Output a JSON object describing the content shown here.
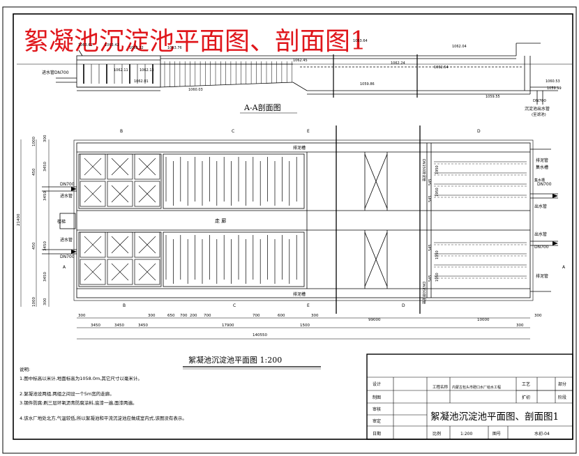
{
  "title": "絮凝池沉淀池平面图、剖面图1",
  "section": {
    "title": "A-A剖面图",
    "elevations": [
      "1063.61",
      "1063.42",
      "1063.22",
      "1063.76",
      "1062.11",
      "1062.13",
      "1062.01",
      "1062.45",
      "1062.24",
      "1062.54",
      "1063.64",
      "1062.04",
      "1060.03",
      "1059.86",
      "1059.55",
      "1060.53",
      "1059.99"
    ],
    "inlet_label": "进水管DN700",
    "outlet_label": "DN700",
    "outlet_label2": "沉淀池出水管",
    "outlet_label3": "(至滤池)"
  },
  "plan": {
    "title": "絮凝池沉淀池平面图 1:200",
    "labels": {
      "corridor": "走 廊",
      "sludge_top": "排泥槽",
      "sludge_bottom": "排泥槽",
      "stairs": "楼梯",
      "inlet_top": "进水管",
      "inlet_top_dn": "DN700",
      "inlet_bottom": "进水管",
      "inlet_bottom_dn": "DN700",
      "drain_top": "排泥管",
      "collect_top": "集水槽",
      "outlet_top": "出水管",
      "outlet_top_dn": "DN700",
      "outlet_bottom": "出水管",
      "outlet_bottom_dn": "DN700",
      "drain_bottom": "排泥管",
      "pipe_left1": "DN150排泥管",
      "pipe_left2": "DN150排泥管"
    },
    "section_marks": [
      "B",
      "C",
      "E",
      "D",
      "B",
      "C",
      "E",
      "D",
      "A",
      "A"
    ],
    "dims_left": [
      "1000",
      "300",
      "3450",
      "450",
      "3450",
      "21400",
      "3450",
      "450",
      "3450",
      "300",
      "1000"
    ],
    "dims_right": [
      "545",
      "545",
      "545",
      "545"
    ],
    "dims_right_v": [
      "1950",
      "1950",
      "1950",
      "1950"
    ],
    "dims_bottom": [
      "300",
      "3450",
      "3450",
      "3450",
      "300",
      "650",
      "700",
      "200",
      "700",
      "17900",
      "700",
      "600",
      "1500",
      "300",
      "99000",
      "10000",
      "300",
      "300"
    ],
    "total_width": "140550"
  },
  "notes": {
    "heading": "说明:",
    "items": [
      "1.图中标高以米计,地面标高为1058.0m,其它尺寸以毫米计。",
      "2.絮凝池设两组,两组之间设一个5m宽的走廊。",
      "3.钢件防腐:刷三层环氧沥青防腐涂料,底漆一遍,面漆两遍。",
      "4.该水厂地处北方,气温较低,所以絮凝池和平流沉淀池应做成室内式,该图没有表示。"
    ]
  },
  "title_block": {
    "design": "设计",
    "draw": "制图",
    "check": "审核",
    "approve": "审定",
    "date": "日期",
    "project_label": "工程名称",
    "project_name": "内蒙古包头市磴口水厂给水工程",
    "craft": "工艺",
    "section_label": "部分",
    "extend": "扩初",
    "stage": "阶段",
    "drawing_title": "絮凝池沉淀池平面图、剖面图1",
    "scale_label": "比例",
    "scale_value": "1:200",
    "sheet_label": "图号",
    "sheet_value": "水初-04"
  }
}
